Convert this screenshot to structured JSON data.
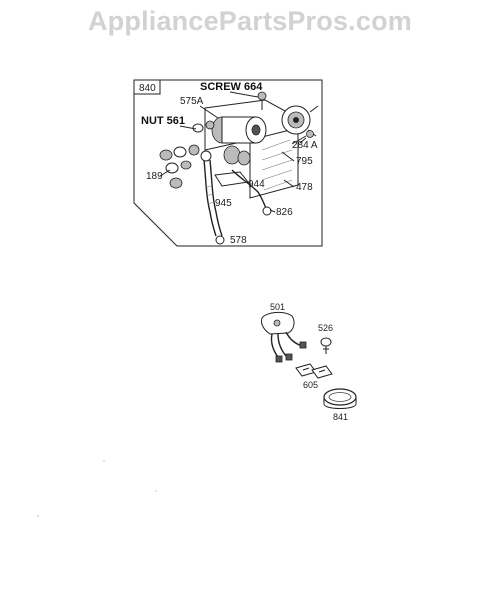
{
  "watermark": "AppliancePartsPros.com",
  "upper_assembly": {
    "box_label": "840",
    "callouts": {
      "screw": "SCREW 664",
      "bracket": "575A",
      "nut": "NUT 561",
      "part_284a": "284 A",
      "part_795": "795",
      "part_189": "189",
      "part_944": "944",
      "part_478": "478",
      "part_945": "945",
      "part_826": "826",
      "part_578": "578"
    }
  },
  "lower_parts": {
    "callouts": {
      "part_501": "501",
      "part_526": "526",
      "part_605": "605",
      "part_841": "841"
    }
  }
}
